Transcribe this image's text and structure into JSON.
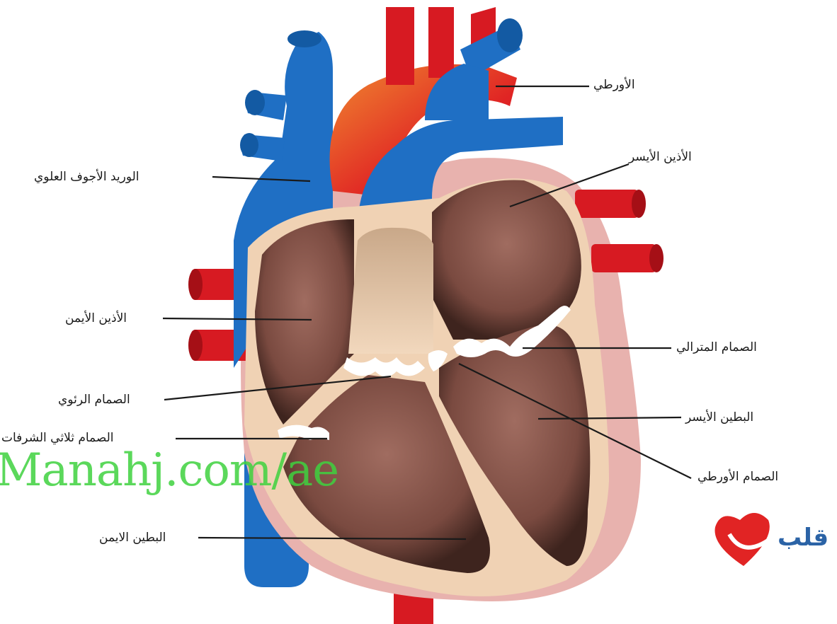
{
  "labels": {
    "aorta": "الأورطي",
    "left_atrium": "الأذين الأيسر",
    "superior_vena_cava": "الوريد الأجوف العلوي",
    "right_atrium": "الأذين الأيمن",
    "mitral_valve": "الصمام المترالي",
    "pulmonary_valve": "الصمام الرئوي",
    "left_ventricle": "البطين الأيسر",
    "tricuspid_valve": "الصمام ثلاثي الشرفات",
    "aortic_valve": "الصمام الأورطي",
    "right_ventricle": "البطين الايمن"
  },
  "watermark": "Manahj.com/ae",
  "logo": {
    "text": "قلب"
  },
  "colors": {
    "vein_blue": "#1f6fc4",
    "artery_red": "#e0202a",
    "chamber_brown": "#8c5a50",
    "wall_pink": "#e8b2ae",
    "lining_beige": "#f0d2b4",
    "valve_white": "#ffffff"
  }
}
